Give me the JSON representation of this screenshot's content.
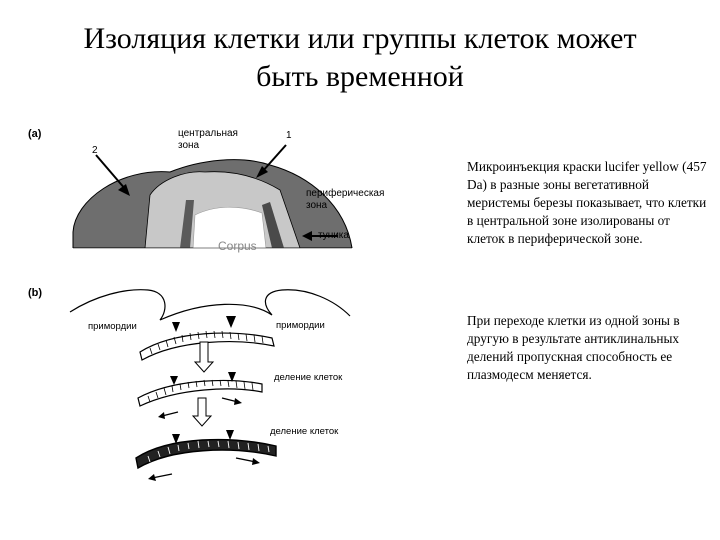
{
  "title": {
    "line1": "Изоляция клетки или группы клеток может",
    "line2": "быть временной"
  },
  "diagram_a": {
    "panel_label": "(a)",
    "label_central_zone_line1": "центральная",
    "label_central_zone_line2": "зона",
    "label_num_1": "1",
    "label_num_2": "2",
    "label_peripheral_zone_line1": "периферическая",
    "label_peripheral_zone_line2": "зона",
    "label_tunica": "туника",
    "label_corpus": "Corpus"
  },
  "diagram_b": {
    "panel_label": "(b)",
    "label_primordium_left": "примордии",
    "label_primordium_right": "примордии",
    "label_cell_division_1": "деление клеток",
    "label_cell_division_2": "деление клеток"
  },
  "text": {
    "paragraph1": "Микроинъекция краски lucifer yellow (457 Da) в разные зоны вегетативной меристемы березы показывает, что клетки в центральной зоне изолированы от клеток в периферической зоне.",
    "paragraph2": "При переходе клетки из одной зоны в другую в результате антиклинальных делений пропускная способность ее плазмодесм меняется."
  },
  "colors": {
    "dark_zone": "#6e6e6e",
    "light_zone": "#c8c8c8",
    "tunica_band": "#4a4a4a",
    "corpus": "#ffffff"
  }
}
